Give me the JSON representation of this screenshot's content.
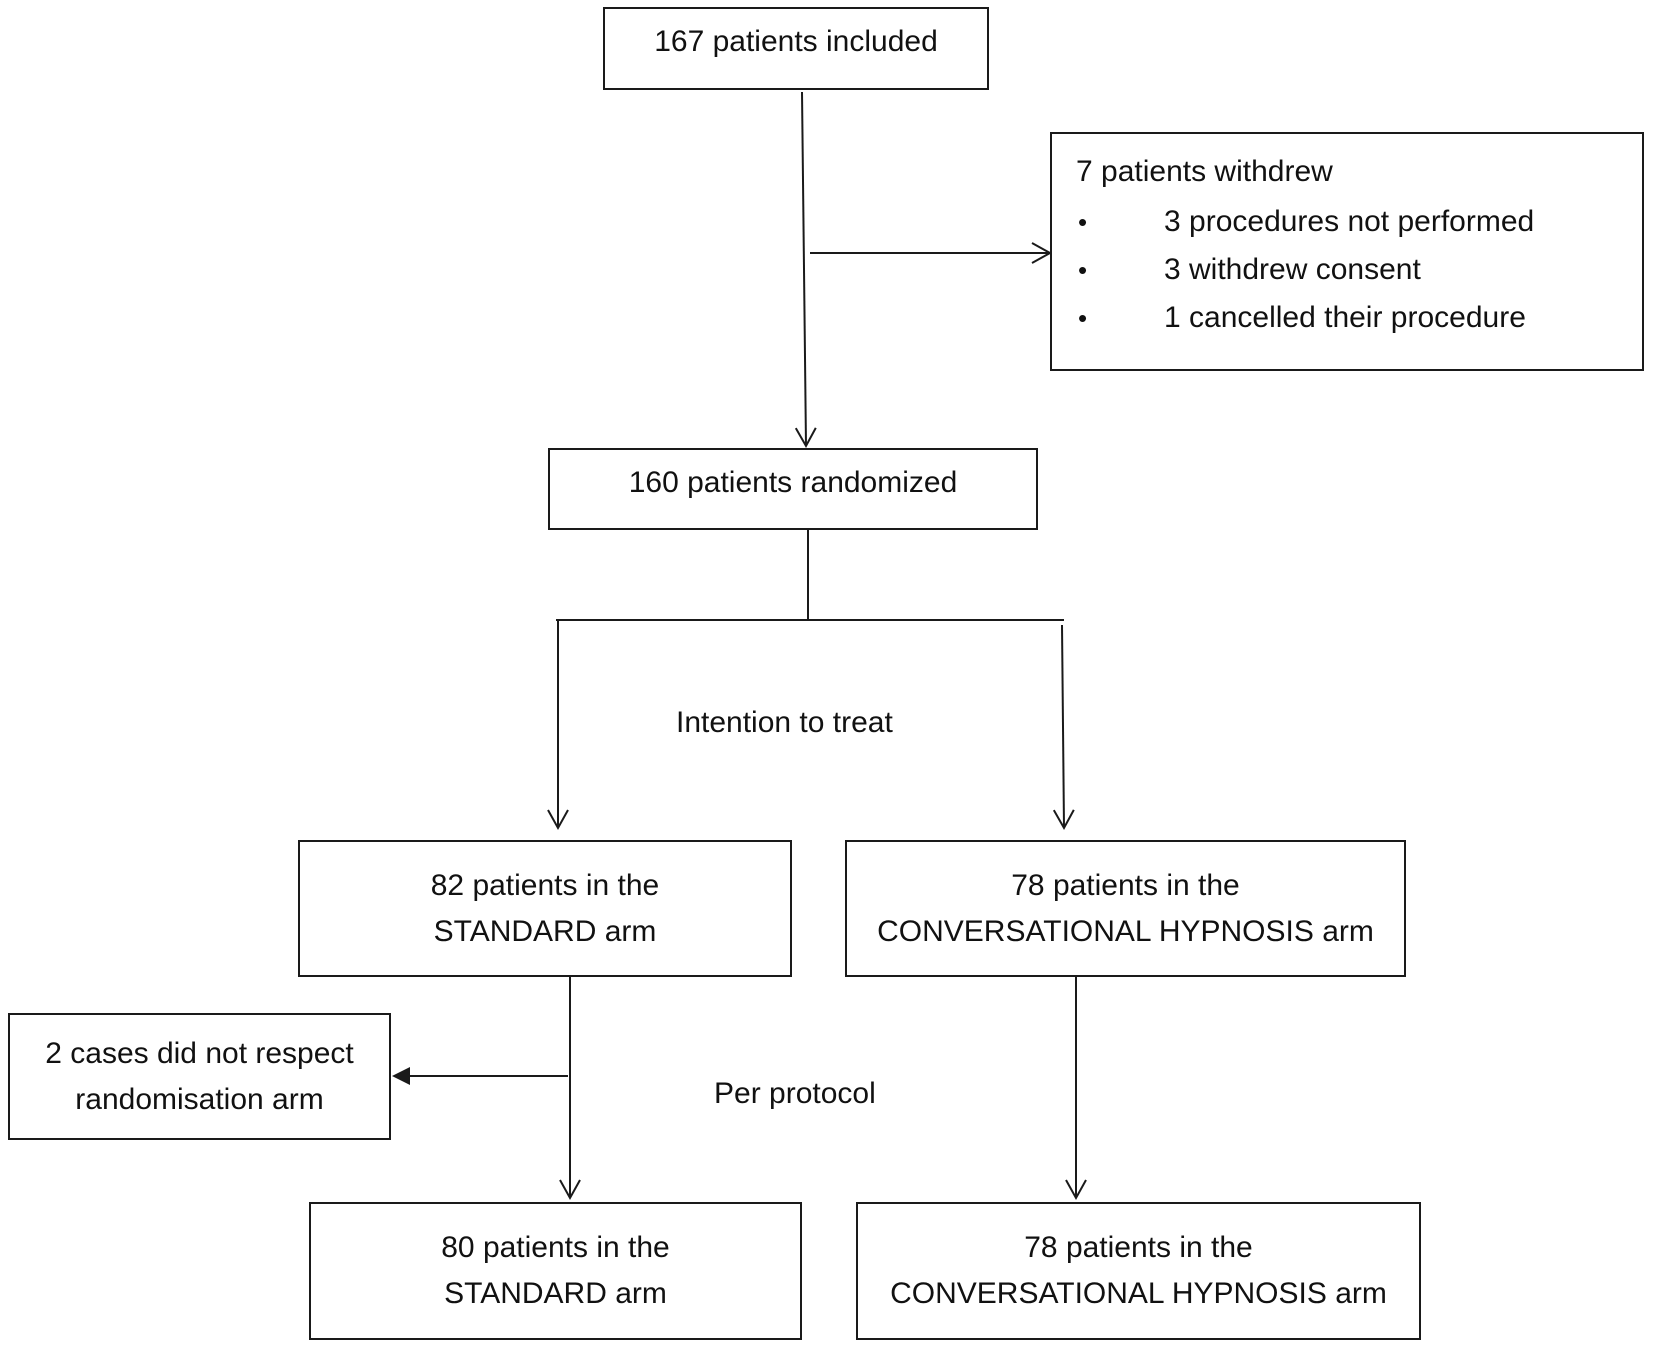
{
  "boxes": {
    "included": {
      "text": "167  patients included"
    },
    "withdrew": {
      "title": "7 patients withdrew",
      "items": [
        "3 procedures not performed",
        "3 withdrew consent",
        "1 cancelled their procedure"
      ]
    },
    "randomized": {
      "text": "160  patients randomized"
    },
    "standard_itt": {
      "line1": "82 patients in the",
      "line2": "STANDARD arm"
    },
    "hypnosis_itt": {
      "line1": "78 patients in the",
      "line2": "CONVERSATIONAL HYPNOSIS arm"
    },
    "not_respect": {
      "line1": "2 cases did not respect",
      "line2": "randomisation arm"
    },
    "standard_pp": {
      "line1": "80 patients in the",
      "line2": "STANDARD arm"
    },
    "hypnosis_pp": {
      "line1": "78 patients in the",
      "line2": "CONVERSATIONAL HYPNOSIS arm"
    }
  },
  "labels": {
    "intention_to_treat": "Intention to treat",
    "per_protocol": "Per protocol"
  },
  "bullet_glyph": "•",
  "colors": {
    "line": "#1a1a1a",
    "background": "#ffffff",
    "text": "#111111"
  }
}
